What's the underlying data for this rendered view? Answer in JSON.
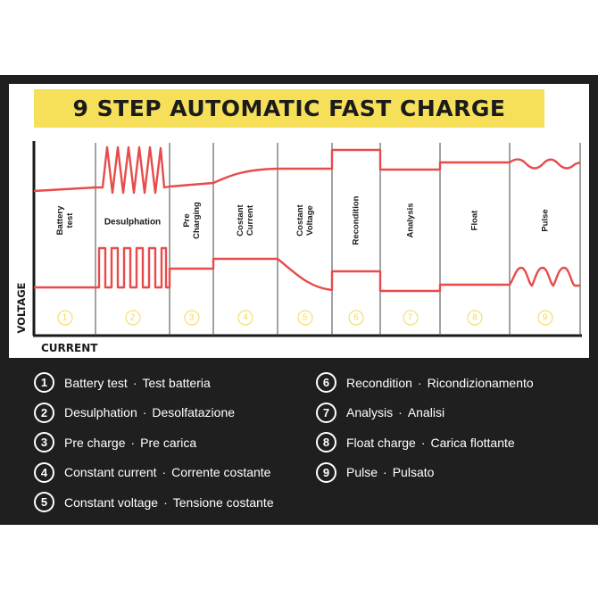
{
  "title": "9 STEP AUTOMATIC FAST CHARGE",
  "axis": {
    "y": "VOLTAGE",
    "x": "CURRENT"
  },
  "steps": [
    {
      "num": "1",
      "label_lines": [
        "Battery",
        "test"
      ]
    },
    {
      "num": "2",
      "label_lines": [
        "Desulphation"
      ]
    },
    {
      "num": "3",
      "label_lines": [
        "Pre",
        "Charging"
      ]
    },
    {
      "num": "4",
      "label_lines": [
        "Costant",
        "Current"
      ]
    },
    {
      "num": "5",
      "label_lines": [
        "Costant",
        "Voltage"
      ]
    },
    {
      "num": "6",
      "label_lines": [
        "Recondition"
      ]
    },
    {
      "num": "7",
      "label_lines": [
        "Analysis"
      ]
    },
    {
      "num": "8",
      "label_lines": [
        "Float"
      ]
    },
    {
      "num": "9",
      "label_lines": [
        "Pulse"
      ]
    }
  ],
  "legend": [
    {
      "num": "1",
      "en": "Battery test",
      "it": "Test batteria"
    },
    {
      "num": "2",
      "en": "Desulphation",
      "it": "Desolfatazione"
    },
    {
      "num": "3",
      "en": "Pre charge",
      "it": "Pre carica"
    },
    {
      "num": "4",
      "en": "Constant current",
      "it": "Corrente costante"
    },
    {
      "num": "5",
      "en": "Constant voltage",
      "it": "Tensione costante"
    },
    {
      "num": "6",
      "en": "Recondition",
      "it": "Ricondizionamento"
    },
    {
      "num": "7",
      "en": "Analysis",
      "it": "Analisi"
    },
    {
      "num": "8",
      "en": "Float charge",
      "it": "Carica flottante"
    },
    {
      "num": "9",
      "en": "Pulse",
      "it": "Pulsato"
    }
  ],
  "colors": {
    "curve": "#e84b4b",
    "accent": "#f6e05a",
    "background": "#1f1f1f"
  }
}
